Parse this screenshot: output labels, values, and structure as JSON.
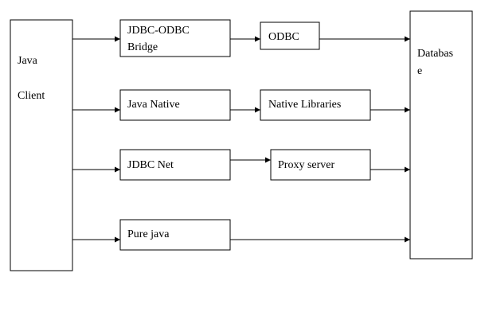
{
  "diagram": {
    "client": {
      "line1": "Java",
      "line2": "Client"
    },
    "database": {
      "line1": "Databas",
      "line2": "e"
    },
    "rows": [
      {
        "driver_line1": "JDBC-ODBC",
        "driver_line2": "Bridge",
        "middle": "ODBC"
      },
      {
        "driver": "Java Native",
        "middle": "Native Libraries"
      },
      {
        "driver": "JDBC Net",
        "middle": "Proxy server"
      },
      {
        "driver": "Pure java"
      }
    ]
  }
}
